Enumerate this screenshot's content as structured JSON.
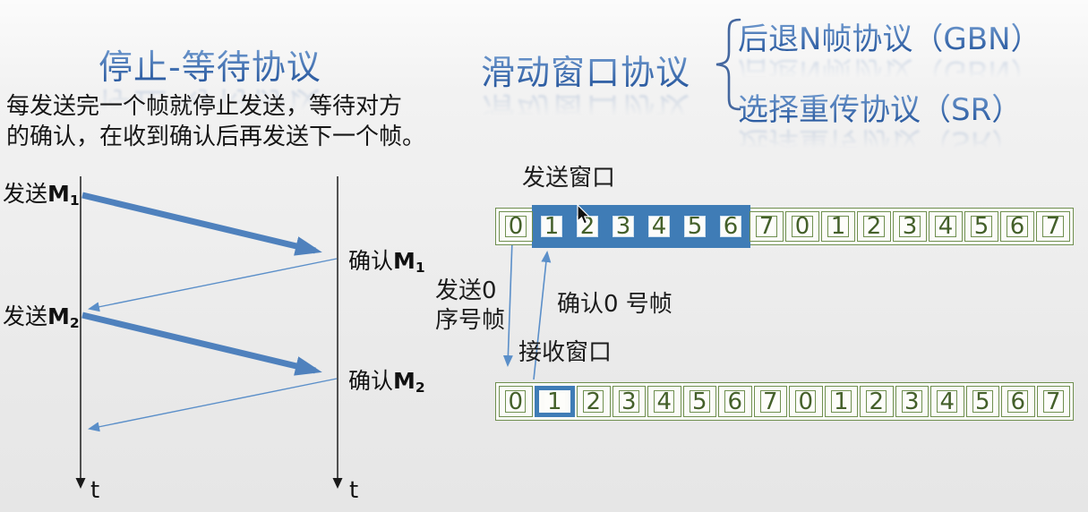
{
  "colors": {
    "title_blue_light": "#7fa8d9",
    "title_blue_dark": "#2a5aa0",
    "arrow_blue": "#4f81bd",
    "thin_arrow_blue": "#5b8fc9",
    "window_band_blue": "#3f7cb6",
    "cell_border_green": "#6f8f4f",
    "cell_digit_green": "#44602a",
    "text_dark": "#1f1f1f",
    "timeline_black": "#2b2b2b"
  },
  "left_panel": {
    "title": "停止-等待协议",
    "description": {
      "line1": "每发送完一个帧就停止发送，等待对方",
      "line2": "的确认，在收到确认后再发送下一个帧。"
    },
    "timeline": {
      "axis_label": "t",
      "events": [
        {
          "pre": "发送",
          "m": "M",
          "sub": "1"
        },
        {
          "pre": "确认",
          "m": "M",
          "sub": "1"
        },
        {
          "pre": "发送",
          "m": "M",
          "sub": "2"
        },
        {
          "pre": "确认",
          "m": "M",
          "sub": "2"
        }
      ]
    }
  },
  "right_panel": {
    "title": "滑动窗口协议",
    "branches": [
      {
        "label": "后退N帧协议（GBN）"
      },
      {
        "label": "选择重传协议（SR）"
      }
    ],
    "send_window": {
      "label": "发送窗口",
      "cells": [
        "0",
        "1",
        "2",
        "3",
        "4",
        "5",
        "6",
        "7",
        "0",
        "1",
        "2",
        "3",
        "4",
        "5",
        "6",
        "7"
      ],
      "window_start": 1,
      "window_size": 6
    },
    "receive_window": {
      "label": "接收窗口",
      "cells": [
        "0",
        "1",
        "2",
        "3",
        "4",
        "5",
        "6",
        "7",
        "0",
        "1",
        "2",
        "3",
        "4",
        "5",
        "6",
        "7"
      ],
      "window_start": 1,
      "window_size": 1
    },
    "annotations": {
      "send_frame_line1": "发送0",
      "send_frame_line2": "序号帧",
      "ack_frame": "确认0 号帧"
    }
  }
}
